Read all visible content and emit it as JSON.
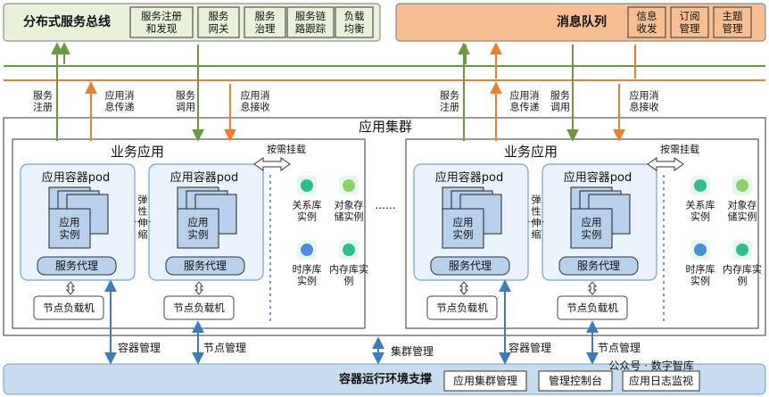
{
  "bus": {
    "title": "分布式服务总线",
    "items": [
      "服务注册\n和发现",
      "服务\n网关",
      "服务\n治理",
      "服务链\n路跟踪",
      "负载\n均衡"
    ]
  },
  "mq": {
    "title": "消息队列",
    "items": [
      "信息\n收发",
      "订阅\n管理",
      "主题\n管理"
    ]
  },
  "arrows": {
    "register": "服务\n注册",
    "app_send": "应用消\n息传递",
    "call": "服务\n调用",
    "app_recv": "应用消\n息接收"
  },
  "cluster": {
    "title": "应用集群",
    "business": "业务应用",
    "on_demand": "按需挂载",
    "container": "应用容器pod",
    "instance": "应用\n实例",
    "proxy": "服务代理",
    "elastic": "弹\n性\n伸\n缩",
    "node_lb": "节点负载机",
    "dots": "......",
    "db": {
      "relational": "关系库\n实例",
      "object": "对象存\n储实例",
      "timeseries": "时序库\n实例",
      "memory": "内存库实\n例"
    }
  },
  "bottom_labels": {
    "container_mgmt": "容器管理",
    "node_mgmt": "节点管理",
    "cluster_mgmt": "集群管理"
  },
  "support": {
    "title": "容器运行环境支撑",
    "items": [
      "应用集群管理",
      "管理控制台",
      "应用日志监视"
    ]
  },
  "watermark": "公众号 · 数字智库",
  "colors": {
    "green": "#6a9a3f",
    "orange": "#ef7d2c",
    "blue": "#3b7bbf",
    "bus_fill": "#e8f2db",
    "mq_fill": "#f6bf93",
    "pod_fill": "#eaf2fb",
    "support_fill": "#c8dcf0"
  }
}
